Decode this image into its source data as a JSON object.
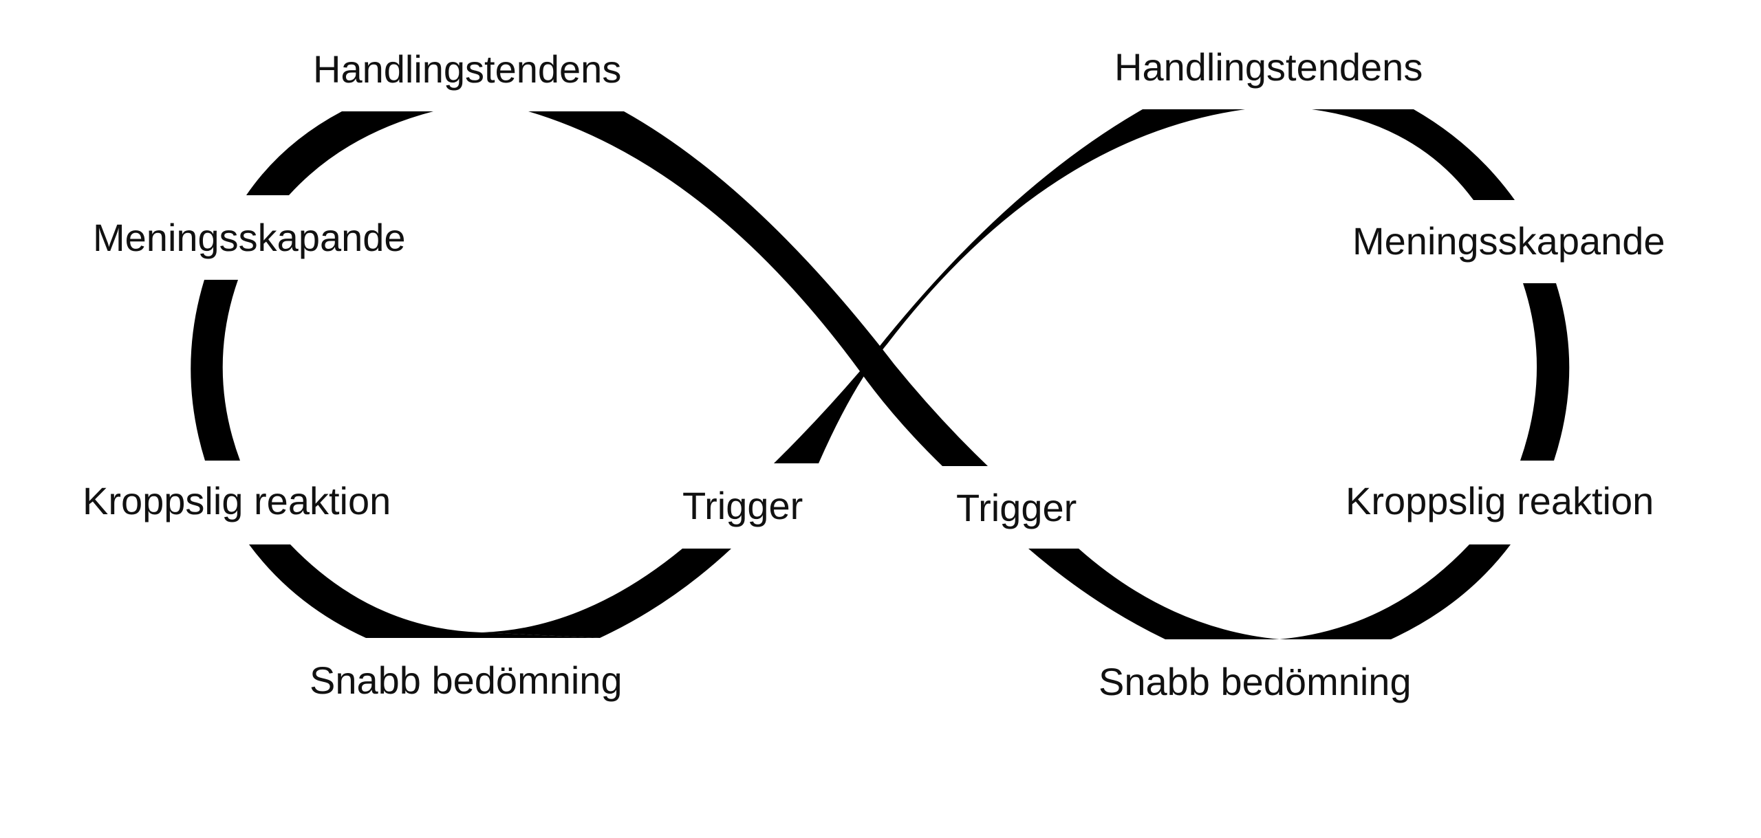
{
  "colors": {
    "stroke": "#000000",
    "text": "#111111",
    "background": "#ffffff"
  },
  "left_loop": {
    "handlingstendens": "Handlingstendens",
    "meningsskapande": "Meningsskapande",
    "kroppslig_reaktion": "Kroppslig reaktion",
    "snabb_bedomning": "Snabb bedömning",
    "trigger": "Trigger"
  },
  "right_loop": {
    "handlingstendens": "Handlingstendens",
    "meningsskapande": "Meningsskapande",
    "kroppslig_reaktion": "Kroppslig reaktion",
    "snabb_bedomning": "Snabb bedömning",
    "trigger": "Trigger"
  }
}
